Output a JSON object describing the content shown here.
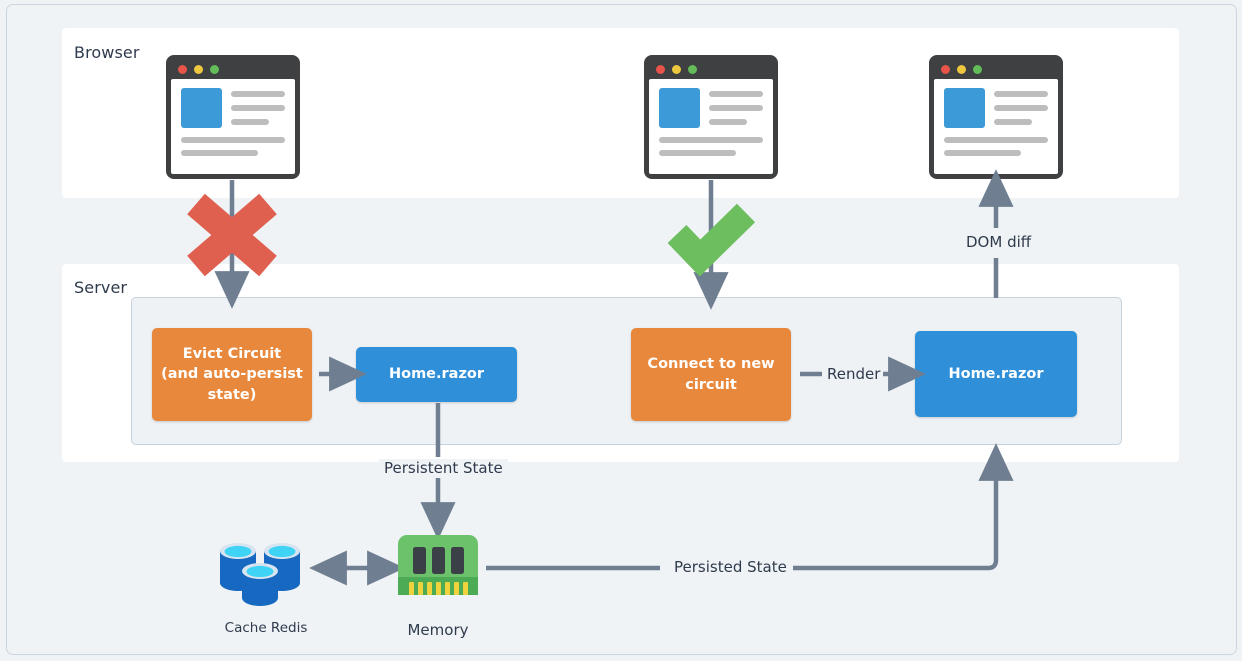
{
  "diagram": {
    "title": "Blazor Server circuit eviction and state persistence flow",
    "zones": [
      {
        "id": "browser",
        "label": "Browser"
      },
      {
        "id": "server",
        "label": "Server"
      }
    ],
    "browser_windows": [
      {
        "id": "win-left",
        "name": "browser-window-disconnected"
      },
      {
        "id": "win-mid",
        "name": "browser-window-reconnecting"
      },
      {
        "id": "win-right",
        "name": "browser-window-rendered"
      }
    ],
    "process_boxes": [
      {
        "id": "box-evict",
        "label": "Evict Circuit\n(and auto-persist\nstate)",
        "color": "#e8883c",
        "kind": "orange"
      },
      {
        "id": "box-home1",
        "label": "Home.razor",
        "color": "#2f8fd8",
        "kind": "blue"
      },
      {
        "id": "box-connect",
        "label": "Connect to new\ncircuit",
        "color": "#e8883c",
        "kind": "orange"
      },
      {
        "id": "box-home2",
        "label": "Home.razor",
        "color": "#2f8fd8",
        "kind": "blue"
      }
    ],
    "edge_labels": [
      {
        "id": "lbl-domdiff",
        "text": "DOM diff"
      },
      {
        "id": "lbl-render",
        "text": "Render"
      },
      {
        "id": "lbl-persistent",
        "text": "Persistent State"
      },
      {
        "id": "lbl-persisted",
        "text": "Persisted State"
      }
    ],
    "status_marks": [
      {
        "id": "mark-x",
        "kind": "cross-mark",
        "meaning": "disconnected",
        "color": "#e06050"
      },
      {
        "id": "mark-check",
        "kind": "check-mark",
        "meaning": "reconnected",
        "color": "#6cbe5e"
      }
    ],
    "storage_icons": [
      {
        "id": "redis",
        "caption": "Cache Redis",
        "color": "#1668c1"
      },
      {
        "id": "memory",
        "caption": "Memory",
        "color": "#6cc26b"
      }
    ],
    "colors": {
      "page_background": "#eff3f6",
      "panel_background": "#ffffff",
      "inner_panel": "#eef2f5",
      "inner_panel_border": "#c6d3de",
      "frame_border": "#ccd6e0",
      "orange": "#e8883c",
      "blue": "#2f8fd8",
      "arrow": "#6f7f91",
      "text": "#2f3b4c",
      "cross": "#e06050",
      "check": "#6cbe5e"
    }
  }
}
